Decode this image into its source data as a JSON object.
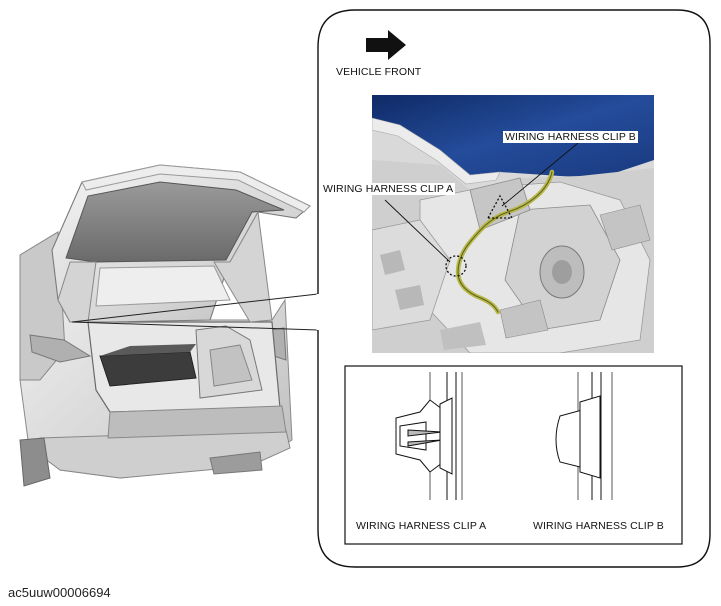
{
  "callout": {
    "direction_label": "VEHICLE FRONT",
    "clip_a_label": "WIRING HARNESS CLIP A",
    "clip_b_label": "WIRING HARNESS CLIP B"
  },
  "detail": {
    "clip_a_caption": "WIRING HARNESS CLIP A",
    "clip_b_caption": "WIRING HARNESS CLIP B"
  },
  "figure_code": "ac5uuw00006694",
  "icons": [
    "front-arrow-icon",
    "clip-a-icon",
    "clip-b-icon"
  ],
  "colors": {
    "body_blue": "#1c3a7a",
    "harness_yellow": "#b7b84a"
  }
}
